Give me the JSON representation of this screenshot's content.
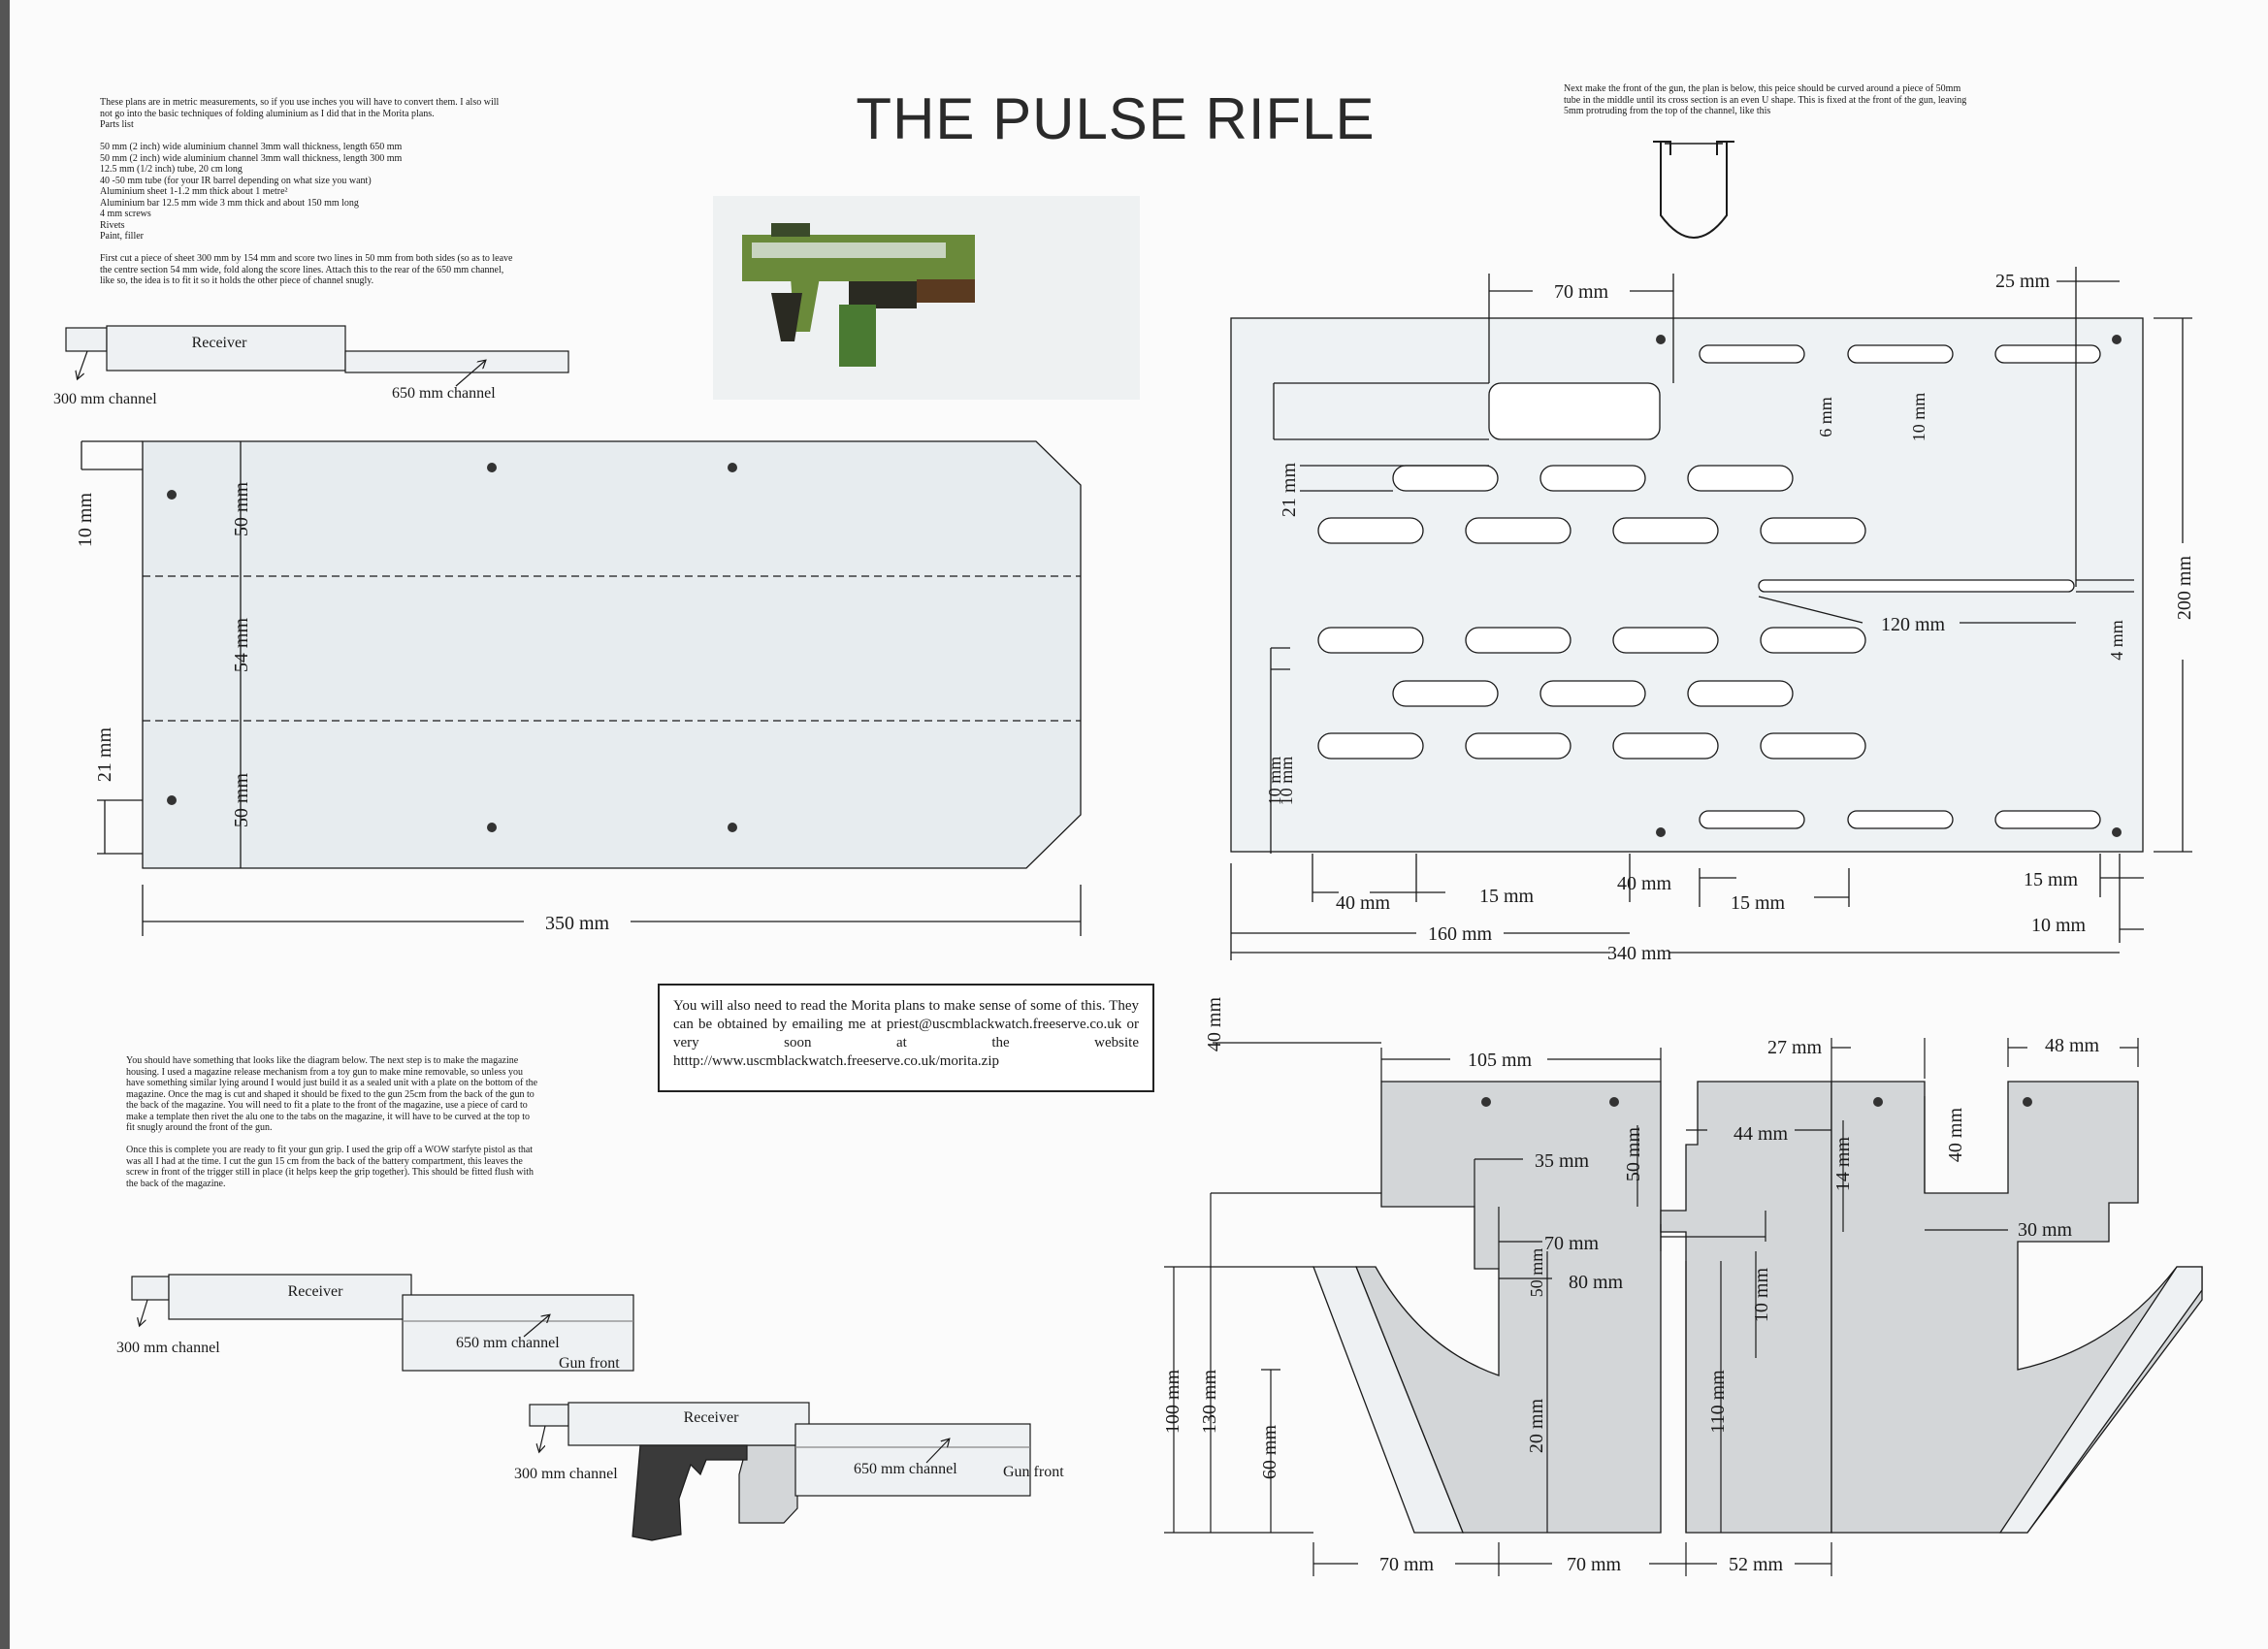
{
  "title": "THE PULSE RIFLE",
  "intro_text": "These plans are in metric measurements, so if you use inches you will have to convert them.  I also will\nnot go into the basic techniques of folding aluminium as I did that in the Morita plans.\nParts list\n\n50 mm (2 inch) wide aluminium channel 3mm wall thickness, length 650 mm\n50 mm (2 inch) wide aluminium channel 3mm wall thickness, length 300 mm\n12.5 mm (1/2 inch) tube, 20 cm long\n40 -50 mm tube (for your IR barrel depending on what size you want)\nAluminium sheet 1-1.2 mm thick about 1 metre²\nAluminium bar 12.5 mm wide 3 mm thick and about 150 mm long\n4 mm screws\nRivets\nPaint, filler\n\nFirst cut a piece of sheet 300 mm by 154 mm and score two lines in 50 mm from both sides (so as to leave\nthe centre section 54 mm wide, fold along the score lines.  Attach this to the rear of the 650 mm channel,\nlike so, the idea is to fit it so it holds the other piece of channel snugly.",
  "front_text": "Next make the front of the gun, the plan is below, this peice should be curved around a piece of 50mm\ntube in the middle until its cross section is an even U shape.  This is fixed at the front of the gun, leaving\n5mm protruding from the top of the channel, like this",
  "magazine_text": "You should have something that looks like the diagram below.  The next step is to make the magazine\nhousing.  I used a magazine release mechanism from a toy gun to make mine removable, so unless you\nhave something similar lying around I would just build it as a sealed unit with a plate on the bottom of the\nmagazine.  Once the mag is cut and shaped it should be fixed to the gun 25cm from the back of the gun to\nthe back of the magazine.  You will need to fit a plate to the front of the magazine, use a piece of card to\nmake a template then rivet the alu one to the tabs on the magazine, it will have to be curved at the top to\nfit snugly around the front of the gun.\n\nOnce this is complete you are ready to fit your gun grip.  I used the grip off a WOW starfyte pistol as that\nwas all I had at the time.  I cut the gun 15 cm from the back of the battery compartment, this leaves the\nscrew in front of the trigger still in place (it helps keep the grip together).  This should be fitted flush with\nthe back of the magazine.",
  "note_box": "You will also need to read the Morita plans to make sense of some of this.  They can be obtained by emailing me at priest@uscmblackwatch.freeserve.co.uk or very soon at the website htttp://www.uscmblackwatch.freeserve.co.uk/morita.zip",
  "receiver_diagram_1": {
    "receiver": "Receiver",
    "channel_300": "300 mm channel",
    "channel_650": "650 mm channel"
  },
  "receiver_diagram_2": {
    "receiver": "Receiver",
    "channel_300": "300 mm channel",
    "channel_650": "650 mm channel",
    "gun_front": "Gun front"
  },
  "receiver_diagram_3": {
    "receiver": "Receiver",
    "channel_300": "300 mm channel",
    "channel_650": "650 mm channel",
    "gun_front": "Gun front"
  },
  "sheet_plan": {
    "d_10": "10 mm",
    "d_50_top": "50 mm",
    "d_54": "54 mm",
    "d_21": "21 mm",
    "d_50_bottom": "50 mm",
    "d_350": "350 mm"
  },
  "front_plan": {
    "d_70": "70 mm",
    "d_25": "25 mm",
    "d_6": "6 mm",
    "d_10a": "10 mm",
    "d_21": "21 mm",
    "d_120": "120 mm",
    "d_4": "4 mm",
    "d_200": "200 mm",
    "d_10b": "10 mm",
    "d_10c": "10 mm",
    "d_40a": "40 mm",
    "d_15a": "15 mm",
    "d_40b": "40 mm",
    "d_15b": "15 mm",
    "d_15c": "15 mm",
    "d_10d": "10 mm",
    "d_160": "160 mm",
    "d_340": "340 mm"
  },
  "magazine_plan": {
    "d_40_left": "40 mm",
    "d_105": "105 mm",
    "d_27": "27 mm",
    "d_48": "48 mm",
    "d_35": "35 mm",
    "d_50a": "50 mm",
    "d_44": "44 mm",
    "d_14": "14 mm",
    "d_40b": "40 mm",
    "d_30": "30 mm",
    "d_70_inner": "70 mm",
    "d_50b": "50 mm",
    "d_80": "80 mm",
    "d_10": "10 mm",
    "d_20": "20 mm",
    "d_110": "110 mm",
    "d_100": "100 mm",
    "d_130": "130 mm",
    "d_60": "60 mm",
    "d_70a": "70 mm",
    "d_70b": "70 mm",
    "d_52": "52 mm"
  },
  "colors": {
    "sheet_fill": "#e7ecef",
    "part_fill": "#d3d6d8",
    "line": "#1a1a1a",
    "grip": "#3a3a3a"
  }
}
